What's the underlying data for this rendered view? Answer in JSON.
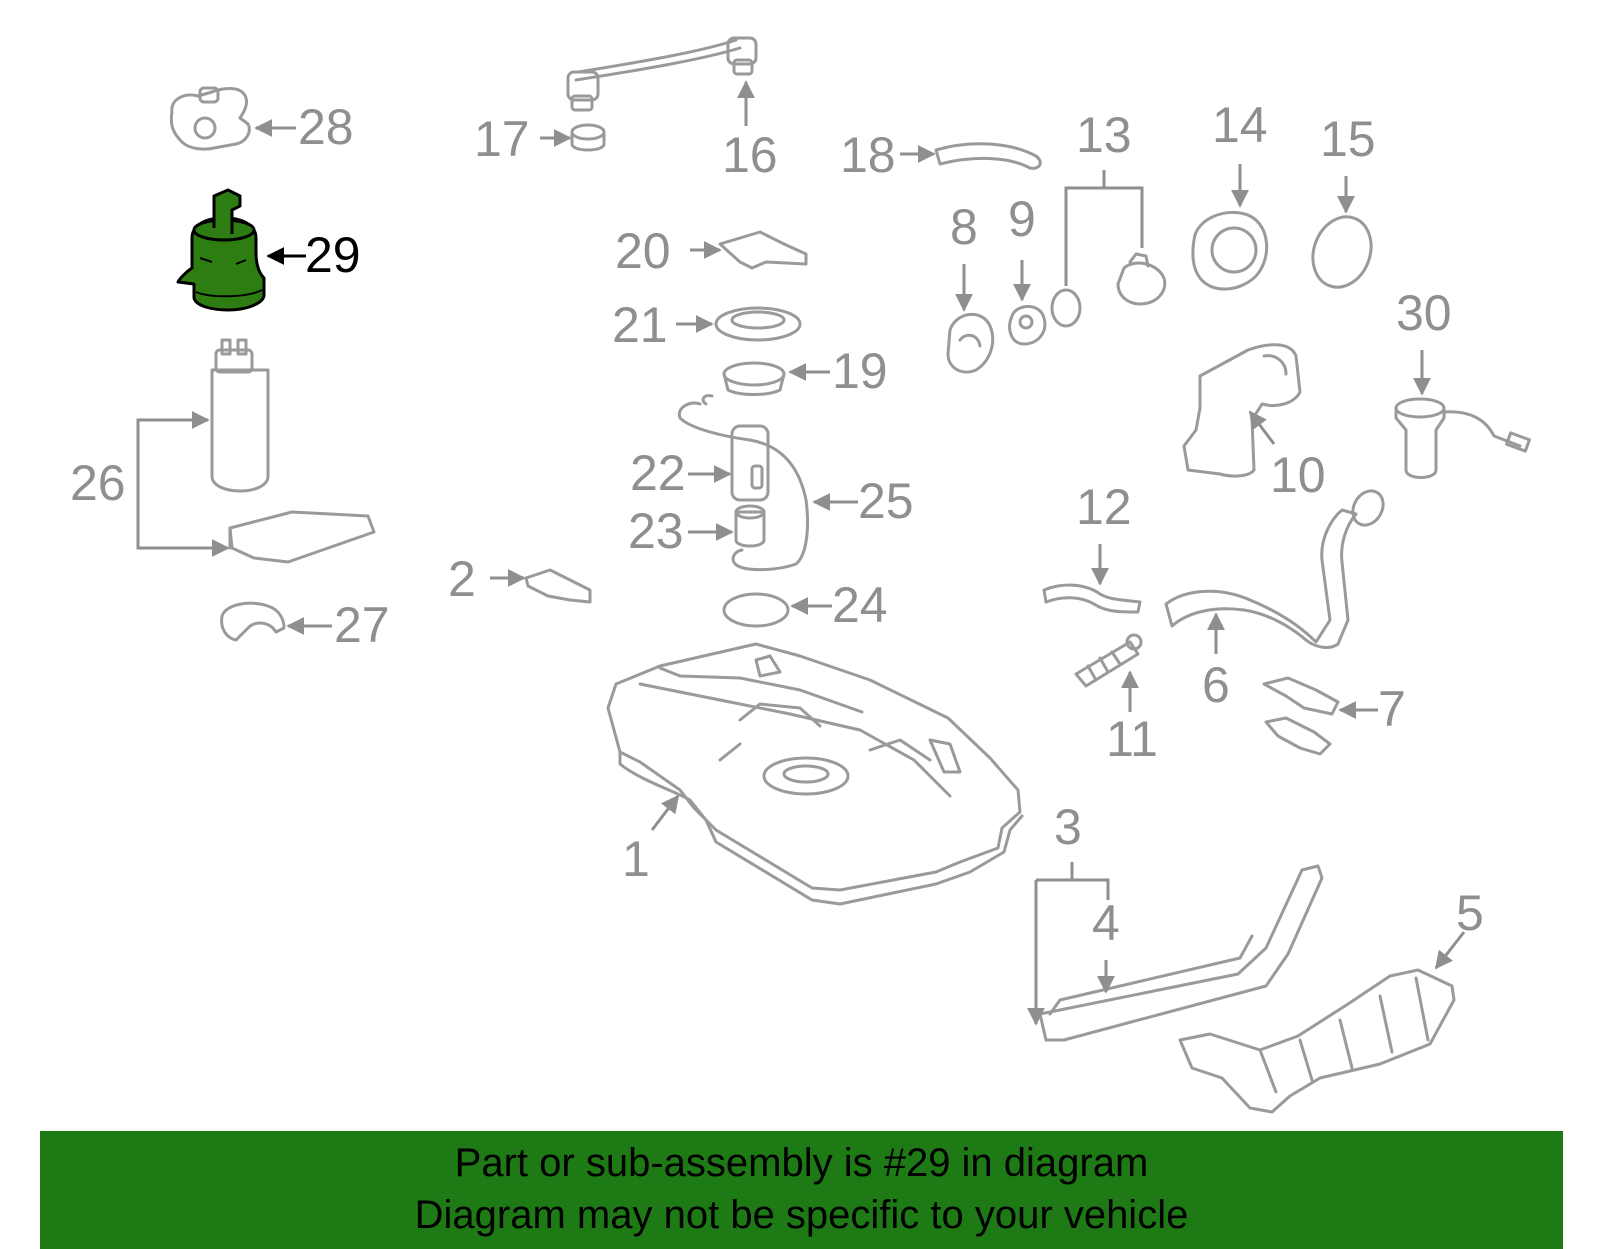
{
  "highlight": {
    "part": "29",
    "color": "#2e7d12",
    "banner_color": "#1e7a14"
  },
  "labels": {
    "p1": "1",
    "p2": "2",
    "p3": "3",
    "p4": "4",
    "p5": "5",
    "p6": "6",
    "p7": "7",
    "p8": "8",
    "p9": "9",
    "p10": "10",
    "p11": "11",
    "p12": "12",
    "p13": "13",
    "p14": "14",
    "p15": "15",
    "p16": "16",
    "p17": "17",
    "p18": "18",
    "p19": "19",
    "p20": "20",
    "p21": "21",
    "p22": "22",
    "p23": "23",
    "p24": "24",
    "p25": "25",
    "p26": "26",
    "p27": "27",
    "p28": "28",
    "p29": "29",
    "p30": "30"
  },
  "banner": {
    "line1": "Part or sub-assembly is #29 in diagram",
    "line2": "Diagram may not be specific to your vehicle"
  }
}
